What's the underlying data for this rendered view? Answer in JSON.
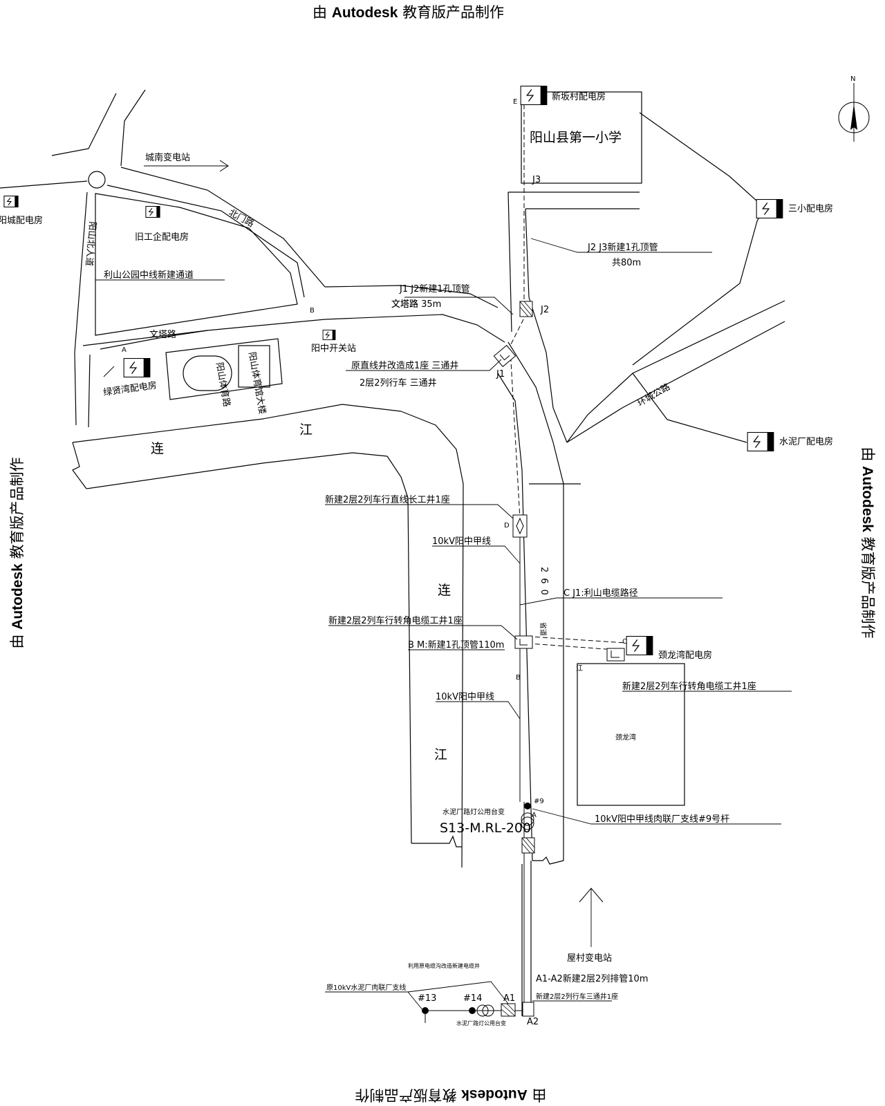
{
  "watermark": {
    "prefix": "由",
    "brand": "Autodesk",
    "suffix": "教育版产品制作"
  },
  "compass": {
    "north": "N"
  },
  "substations": {
    "xinban": "新坂村配电房",
    "sanxiao": "三小配电房",
    "shuiniChang": "水泥厂配电房",
    "wanglongwan": "颈龙湾配电房",
    "yangcheng": "阳城配电房",
    "jiugongqi": "旧工企配电房",
    "lvxianwan": "绿贤湾配电房",
    "yangzhongSwitch": "阳中开关站",
    "chengnan": "城南变电站",
    "pingcun": "屋村变电站"
  },
  "places": {
    "school": "阳山县第一小学",
    "beimenRoad": "北门路",
    "wentaRoad1": "文塔路",
    "wentaRoad2": "文塔路",
    "ringRoad": "环城公路",
    "riverLian1": "连",
    "riverJiang1": "江",
    "riverLian2": "连",
    "riverJiang2": "江",
    "stadiumRoad": "阳山体育路",
    "stadium": "阳山体育馆大楼",
    "pedestrian": "阳山北人道",
    "wanglongwanArea": "颈龙湾",
    "road260": "260",
    "road260Suffix": "省道"
  },
  "annotations": {
    "parkTunnel": "利山公园中线新建通道",
    "j2j3a": "J2 J3新建1孔顶管",
    "j2j3b": "共80m",
    "j1j2a": "J1 J2新建1孔顶管",
    "j1j2b": "文塔路 35m",
    "reform1": "原直线井改造成1座 三通井",
    "reform2": "2层2列行车 三通井",
    "straightWell": "新建2层2列车行直线长工井1座",
    "line10kv1": "10kV阳中甲线",
    "cableRoute": "C J1:利山电缆路径",
    "cornerWell1": "新建2层2列车行转角电缆工井1座",
    "bmPipe": "B M:新建1孔顶管110m",
    "line10kv2": "10kV阳中甲线",
    "cornerWell2": "新建2层2列车行转角电缆工井1座",
    "pole9": "10kV阳中甲线肉联厂支线#9号杆",
    "transformerUse": "水泥厂路灯公用台变",
    "transformerModel": "S13-M.RL-200",
    "a1a2": "A1-A2新建2层2列排管10m",
    "threeWay": "新建2层2列行车三通井1座",
    "reuseWell": "利用原电缆沟改造新建电缆井",
    "origLine": "原10kV水泥厂肉联厂支线",
    "tfLabel2": "水泥厂路灯公用台变"
  },
  "nodes": {
    "A": "A",
    "B": "B",
    "C": "C",
    "D": "D",
    "E": "E",
    "J1": "J1",
    "J2": "J2",
    "J3": "J3",
    "A1": "A1",
    "A2": "A2",
    "pole9": "#9",
    "pole13": "#13",
    "pole14": "#14",
    "nodeAt9": "A",
    "nodeJiang": "江",
    "nodeB2": "B"
  }
}
